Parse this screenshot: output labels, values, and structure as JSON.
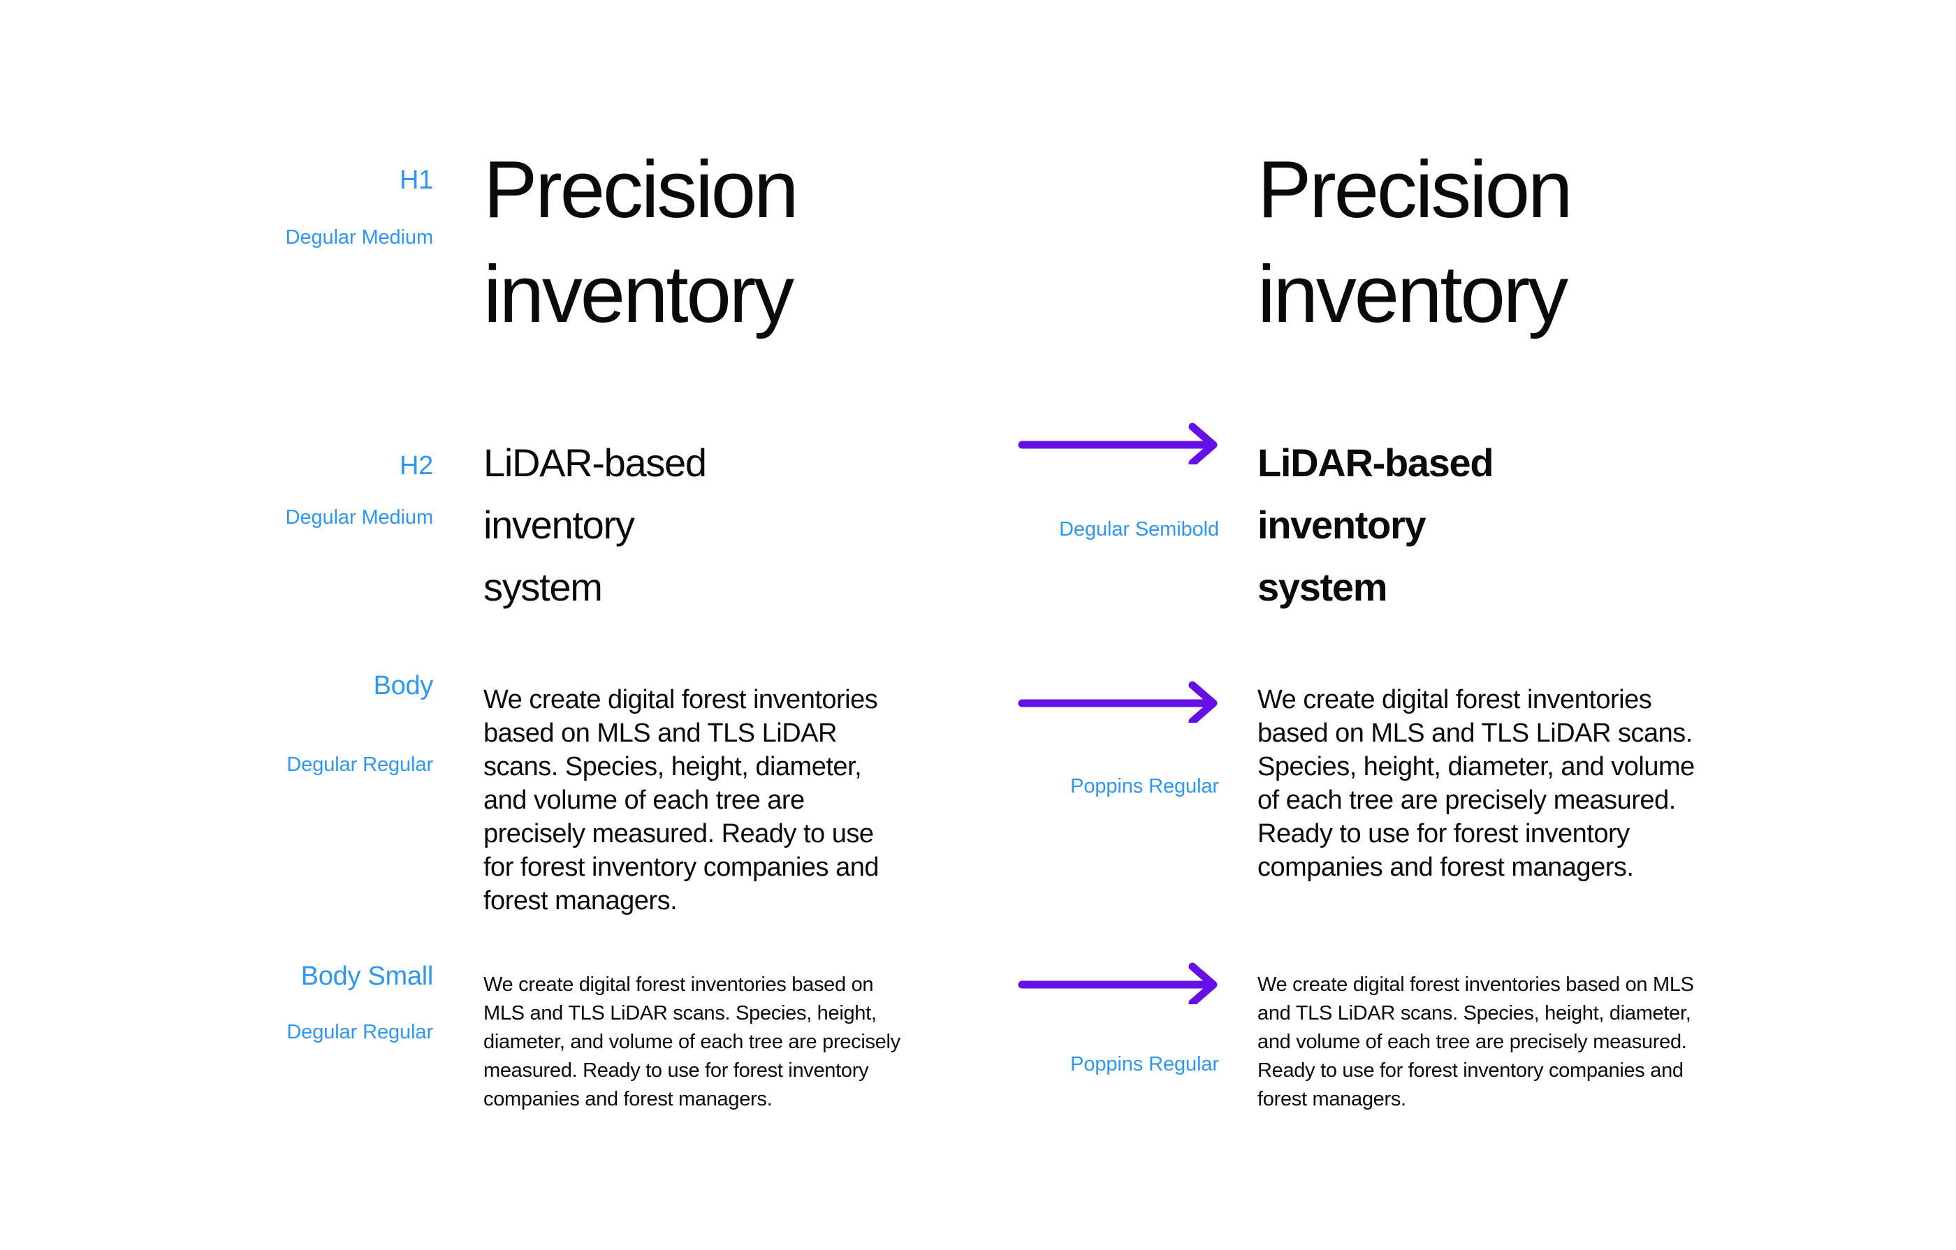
{
  "meta": {
    "background_color": "#ffffff",
    "label_color": "#2f97f0",
    "arrow_color": "#6610e8",
    "text_color": "#0a0a0a"
  },
  "columns": {
    "left_column_font": "Degular",
    "right_column_font": "Poppins"
  },
  "rows": [
    {
      "id": "h1",
      "style_name": "H1",
      "left_font_label": "Degular Medium",
      "right_font_label": "",
      "has_arrow": false,
      "left_text": "Precision\ninventory",
      "right_text": "Precision\ninventory"
    },
    {
      "id": "h2",
      "style_name": "H2",
      "left_font_label": "Degular Medium",
      "right_font_label": "Degular Semibold",
      "has_arrow": true,
      "left_text": "LiDAR-based\ninventory\nsystem",
      "right_text": "LiDAR-based\ninventory\nsystem"
    },
    {
      "id": "body",
      "style_name": "Body",
      "left_font_label": "Degular Regular",
      "right_font_label": "Poppins Regular",
      "has_arrow": true,
      "left_text": "We create digital forest inventories based on MLS and TLS LiDAR scans. Species, height, diameter, and volume of each tree are precisely measured. Ready to use for forest inventory companies and forest managers.",
      "right_text": "We create digital forest inventories based on MLS and TLS LiDAR scans. Species, height, diameter, and volume of each tree are precisely measured. Ready to use for forest inventory companies and forest managers."
    },
    {
      "id": "body-small",
      "style_name": "Body Small",
      "left_font_label": "Degular Regular",
      "right_font_label": "Poppins Regular",
      "has_arrow": true,
      "left_text": "We create digital forest inventories based on MLS and TLS LiDAR scans. Species, height, diameter, and volume of each tree are precisely measured. Ready to use for forest inventory companies and forest managers.",
      "right_text": "We create digital forest inventories based on MLS and TLS LiDAR scans. Species, height, diameter, and volume of each tree are precisely measured. Ready to use for forest inventory companies and forest managers."
    }
  ],
  "icons": {
    "arrow": "arrow-right-icon"
  }
}
